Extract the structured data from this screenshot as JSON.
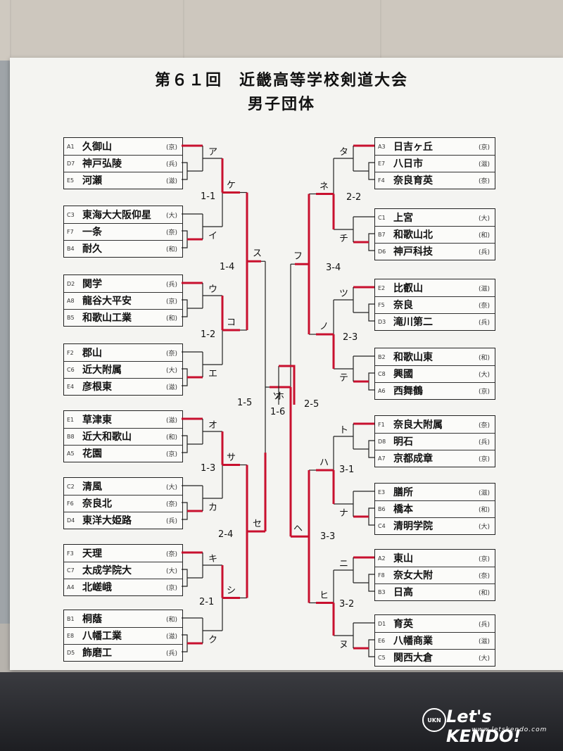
{
  "title": "第６１回　近畿高等学校剣道大会",
  "subtitle": "男子団体",
  "left_groups": [
    [
      [
        "A1",
        "久御山",
        "京"
      ],
      [
        "D7",
        "神戸弘陵",
        "兵"
      ],
      [
        "E5",
        "河瀬",
        "滋"
      ]
    ],
    [
      [
        "C3",
        "東海大大阪仰星",
        "大"
      ],
      [
        "F7",
        "一条",
        "奈"
      ],
      [
        "B4",
        "耐久",
        "和"
      ]
    ],
    [
      [
        "D2",
        "関学",
        "兵"
      ],
      [
        "A8",
        "龍谷大平安",
        "京"
      ],
      [
        "B5",
        "和歌山工業",
        "和"
      ]
    ],
    [
      [
        "F2",
        "郡山",
        "奈"
      ],
      [
        "C6",
        "近大附属",
        "大"
      ],
      [
        "E4",
        "彦根東",
        "滋"
      ]
    ],
    [
      [
        "E1",
        "草津東",
        "滋"
      ],
      [
        "B8",
        "近大和歌山",
        "和"
      ],
      [
        "A5",
        "花園",
        "京"
      ]
    ],
    [
      [
        "C2",
        "清風",
        "大"
      ],
      [
        "F6",
        "奈良北",
        "奈"
      ],
      [
        "D4",
        "東洋大姫路",
        "兵"
      ]
    ],
    [
      [
        "F3",
        "天理",
        "奈"
      ],
      [
        "C7",
        "太成学院大",
        "大"
      ],
      [
        "A4",
        "北嵯峨",
        "京"
      ]
    ],
    [
      [
        "B1",
        "桐蔭",
        "和"
      ],
      [
        "E8",
        "八幡工業",
        "滋"
      ],
      [
        "D5",
        "飾磨工",
        "兵"
      ]
    ]
  ],
  "right_groups": [
    [
      [
        "A3",
        "日吉ヶ丘",
        "京"
      ],
      [
        "E7",
        "八日市",
        "滋"
      ],
      [
        "F4",
        "奈良育英",
        "奈"
      ]
    ],
    [
      [
        "C1",
        "上宮",
        "大"
      ],
      [
        "B7",
        "和歌山北",
        "和"
      ],
      [
        "D6",
        "神戸科技",
        "兵"
      ]
    ],
    [
      [
        "E2",
        "比叡山",
        "滋"
      ],
      [
        "F5",
        "奈良",
        "奈"
      ],
      [
        "D3",
        "滝川第二",
        "兵"
      ]
    ],
    [
      [
        "B2",
        "和歌山東",
        "和"
      ],
      [
        "C8",
        "興國",
        "大"
      ],
      [
        "A6",
        "西舞鶴",
        "京"
      ]
    ],
    [
      [
        "F1",
        "奈良大附属",
        "奈"
      ],
      [
        "D8",
        "明石",
        "兵"
      ],
      [
        "A7",
        "京都成章",
        "京"
      ]
    ],
    [
      [
        "E3",
        "膳所",
        "滋"
      ],
      [
        "B6",
        "橋本",
        "和"
      ],
      [
        "C4",
        "清明学院",
        "大"
      ]
    ],
    [
      [
        "A2",
        "東山",
        "京"
      ],
      [
        "F8",
        "奈女大附",
        "奈"
      ],
      [
        "B3",
        "日高",
        "和"
      ]
    ],
    [
      [
        "D1",
        "育英",
        "兵"
      ],
      [
        "E6",
        "八幡商業",
        "滋"
      ],
      [
        "C5",
        "関西大倉",
        "大"
      ]
    ]
  ],
  "left_match_labels": [
    "ア",
    "イ",
    "ウ",
    "エ",
    "オ",
    "カ",
    "キ",
    "ク"
  ],
  "left_r2_labels": [
    "ケ",
    "コ",
    "サ",
    "シ"
  ],
  "left_r3_labels": [
    "ス",
    "セ"
  ],
  "left_semi_label": "ソ",
  "right_match_labels": [
    "タ",
    "チ",
    "ツ",
    "テ",
    "ト",
    "ナ",
    "ニ",
    "ヌ"
  ],
  "right_r2_labels": [
    "ネ",
    "ノ",
    "ハ",
    "ヒ"
  ],
  "right_r3_labels": [
    "フ",
    "ヘ"
  ],
  "right_semi_label": "ホ",
  "scores": {
    "l1": "1-1",
    "l2": "1-4",
    "l3": "1-2",
    "l4": "1-5",
    "l5": "1-3",
    "l6": "2-4",
    "l7": "2-1",
    "c": "1-6",
    "r1": "2-2",
    "r2": "3-4",
    "r3": "2-3",
    "r4": "2-5",
    "r5": "3-1",
    "r6": "3-3",
    "r7": "3-2"
  },
  "watermark": {
    "mark": "UKN",
    "brand": "Let's KENDO!",
    "url": "www.letskendo.com"
  },
  "colors": {
    "winner_line": "#c8102e",
    "line": "#222222",
    "paper": "#f4f4f1"
  }
}
